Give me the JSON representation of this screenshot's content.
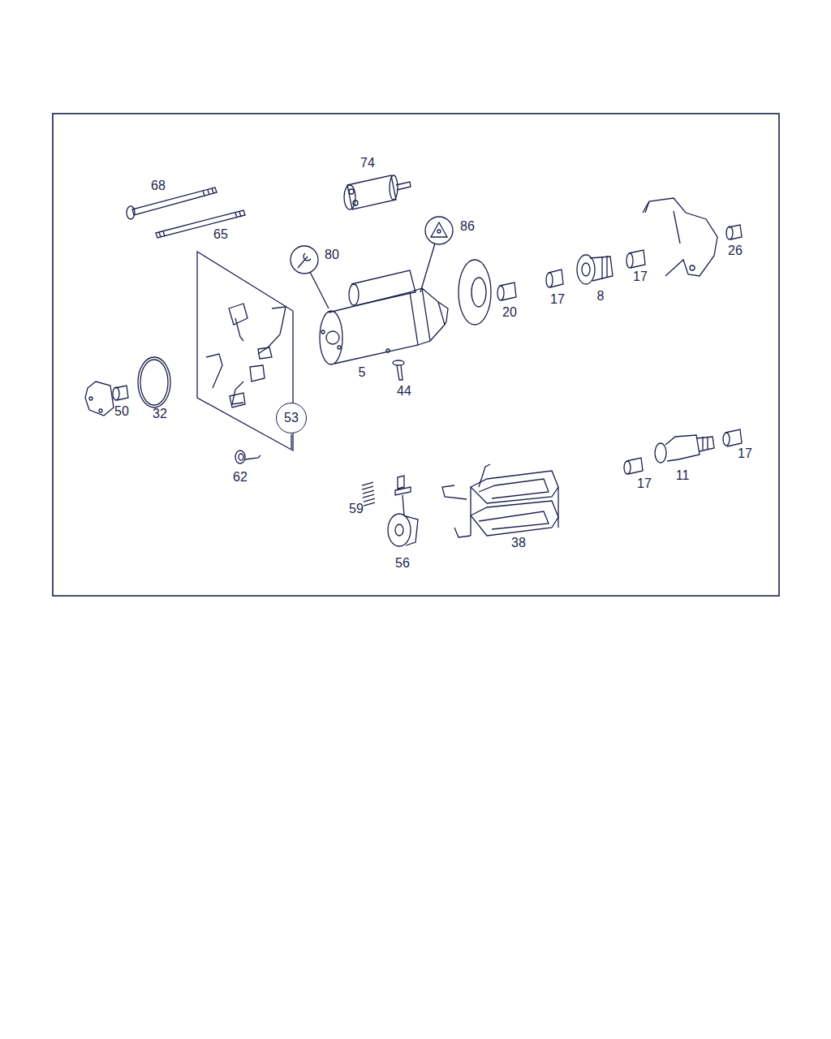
{
  "diagram": {
    "nodes": [
      {
        "text": [
          "53"
        ]
      }
    ],
    "labels": [
      "74",
      "68",
      "86",
      "80",
      "65",
      "26",
      "17",
      "8",
      "17",
      "20",
      "5",
      "44",
      "50",
      "32",
      "62",
      "17",
      "11",
      "17",
      "59",
      "56",
      "38"
    ]
  }
}
